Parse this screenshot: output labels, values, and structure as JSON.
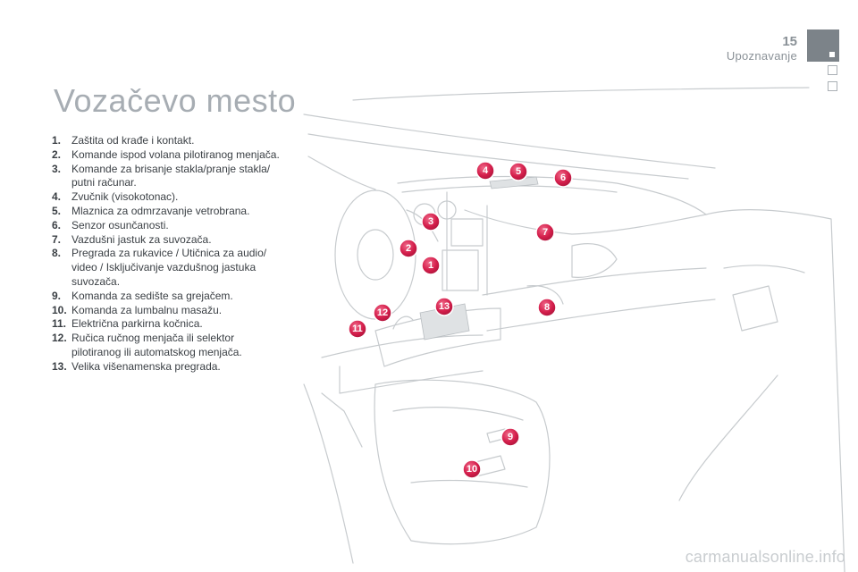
{
  "header": {
    "page_number": "15",
    "section": "Upoznavanje"
  },
  "title": "Vozačevo mesto",
  "legend": [
    {
      "num": "1.",
      "text": "Zaštita od krađe i kontakt."
    },
    {
      "num": "2.",
      "text": "Komande ispod volana pilotiranog menjača."
    },
    {
      "num": "3.",
      "text": "Komande za brisanje stakla/pranje stakla/ putni računar."
    },
    {
      "num": "4.",
      "text": "Zvučnik (visokotonac)."
    },
    {
      "num": "5.",
      "text": "Mlaznica za odmrzavanje vetrobrana."
    },
    {
      "num": "6.",
      "text": "Senzor osunčanosti."
    },
    {
      "num": "7.",
      "text": "Vazdušni jastuk za suvozača."
    },
    {
      "num": "8.",
      "text": "Pregrada za rukavice / Utičnica za audio/ video / Isključivanje vazdušnog jastuka suvozača."
    },
    {
      "num": "9.",
      "text": "Komanda za sedište sa grejačem."
    },
    {
      "num": "10.",
      "text": "Komanda za lumbalnu masažu."
    },
    {
      "num": "11.",
      "text": "Električna parkirna kočnica."
    },
    {
      "num": "12.",
      "text": "Ručica ručnog menjača ili selektor pilotiranog ili automatskog menjača."
    },
    {
      "num": "13.",
      "text": "Velika višenamenska pregrada."
    }
  ],
  "callouts": [
    "1",
    "2",
    "3",
    "4",
    "5",
    "6",
    "7",
    "8",
    "9",
    "10",
    "11",
    "12",
    "13"
  ],
  "watermark": "carmanualsonline.info",
  "colors": {
    "callout": "#d41e4b",
    "title": "#a7adb3",
    "tab": "#7c8389"
  }
}
